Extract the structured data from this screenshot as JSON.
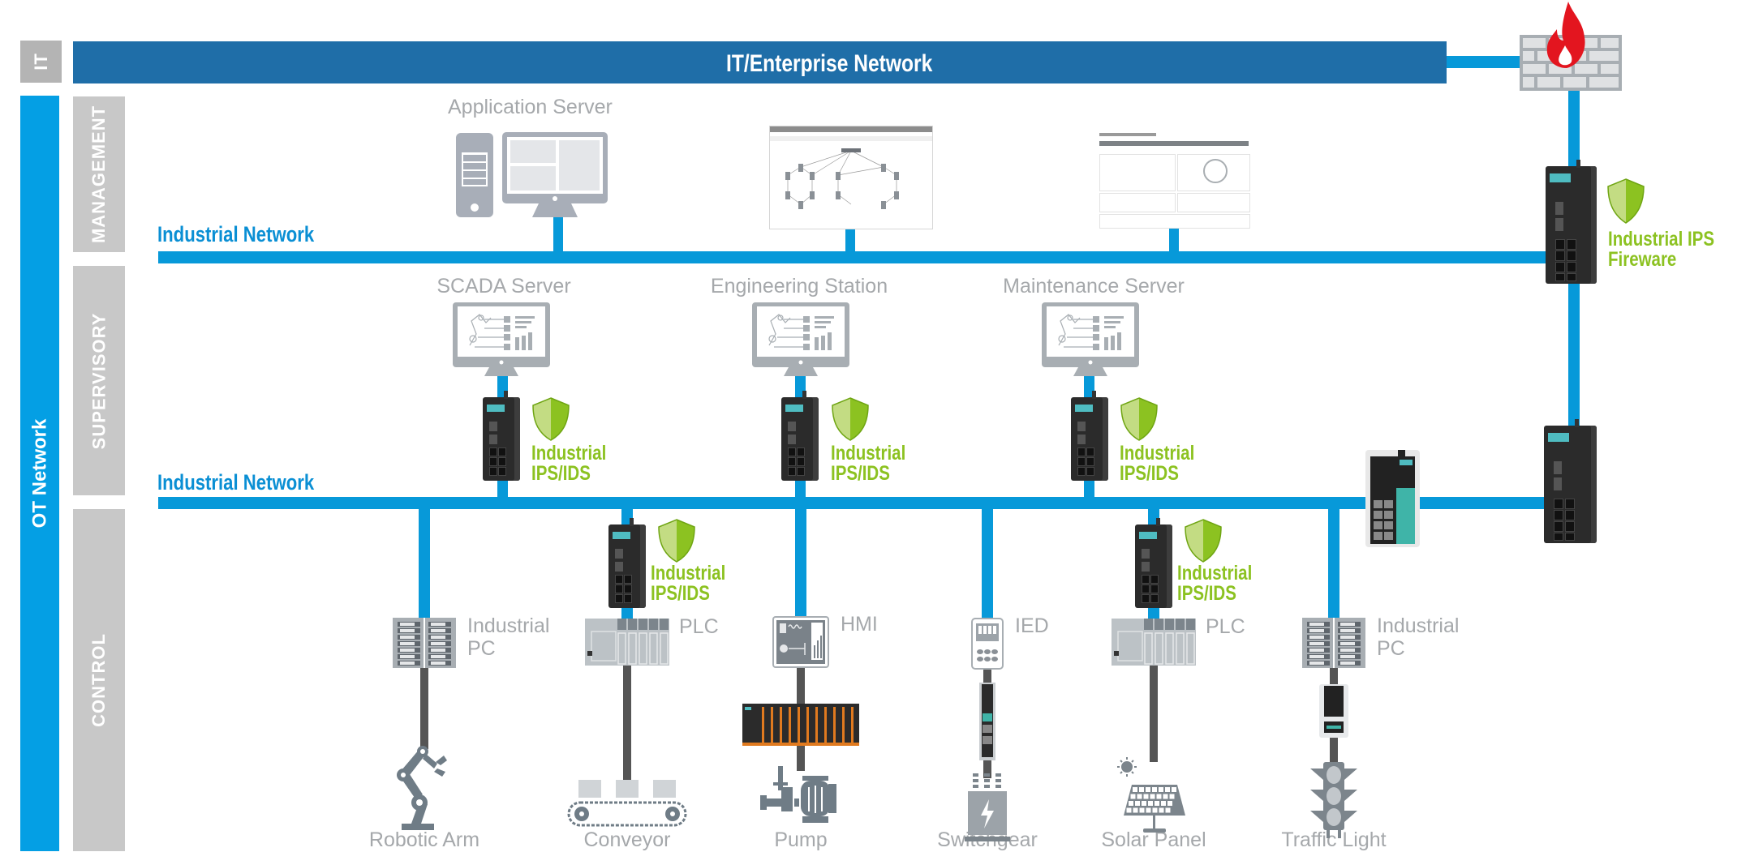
{
  "diagram": {
    "it_zone_label": "IT",
    "ot_zone_label": "OT Network",
    "layers": [
      {
        "name": "MANAGEMENT"
      },
      {
        "name": "SUPERVISORY"
      },
      {
        "name": "CONTROL"
      }
    ],
    "enterprise_network_label": "IT/Enterprise Network",
    "management_network_label": "Industrial Network",
    "control_network_label": "Industrial Network",
    "firewall": {
      "icon": "firewall-icon"
    },
    "ips_firewall_label": [
      "Industrial IPS",
      "Fireware"
    ],
    "management_devices": [
      {
        "label": "Application Server",
        "icon": "server-monitor-icon"
      },
      {
        "label": "",
        "icon": "network-topology-screenshot"
      },
      {
        "label": "",
        "icon": "security-dashboard-screenshot"
      }
    ],
    "supervisory_devices": [
      {
        "label": "SCADA Server",
        "icon": "scada-monitor-icon",
        "protection": [
          "Industrial",
          "IPS/IDS"
        ]
      },
      {
        "label": "Engineering Station",
        "icon": "scada-monitor-icon",
        "protection": [
          "Industrial",
          "IPS/IDS"
        ]
      },
      {
        "label": "Maintenance Server",
        "icon": "scada-monitor-icon",
        "protection": [
          "Industrial",
          "IPS/IDS"
        ]
      }
    ],
    "control_devices": [
      {
        "label": [
          "Industrial",
          "PC"
        ],
        "endpoint": "Robotic Arm",
        "protection": null
      },
      {
        "label": [
          "PLC"
        ],
        "endpoint": "Conveyor",
        "protection": [
          "Industrial",
          "IPS/IDS"
        ]
      },
      {
        "label": [
          "HMI"
        ],
        "endpoint": "Pump",
        "protection": null
      },
      {
        "label": [
          "IED"
        ],
        "endpoint": "Switchgear",
        "protection": null
      },
      {
        "label": [
          "PLC"
        ],
        "endpoint": "Solar Panel",
        "protection": [
          "Industrial",
          "IPS/IDS"
        ]
      },
      {
        "label": [
          "Industrial",
          "PC"
        ],
        "endpoint": "Traffic Light",
        "protection": null
      }
    ],
    "colors": {
      "enterprise_bar": "#1f6ea8",
      "network_line": "#0799d9",
      "ot_bar": "#049fe4",
      "layer_tab": "#c8c8c8",
      "protection_green": "#8cc221",
      "device_gray": "#a5a8ab",
      "fieldbus_line": "#555555",
      "firewall_flame": "#e3151f"
    }
  }
}
